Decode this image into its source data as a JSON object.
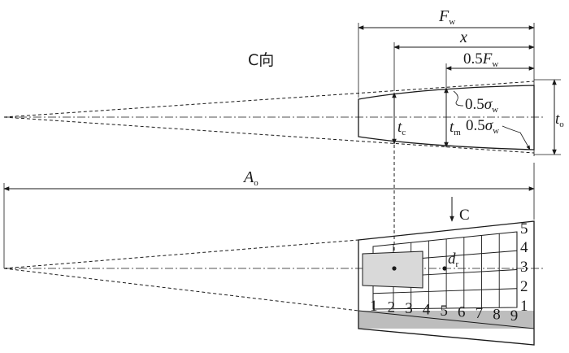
{
  "view_label": "C向",
  "arrow_label": "C",
  "dims": {
    "Fw": {
      "main": "F",
      "sub": "w"
    },
    "x": {
      "main": "x"
    },
    "half_Fw": {
      "pre": "0.5",
      "main": "F",
      "sub": "w"
    },
    "Ao": {
      "main": "A",
      "sub": "o"
    },
    "to": {
      "main": "t",
      "sub": "o"
    }
  },
  "thickness": {
    "tc": {
      "main": "t",
      "sub": "c"
    },
    "tm": {
      "main": "t",
      "sub": "m"
    },
    "sigma_upper": {
      "pre": "0.5",
      "main": "σ",
      "sub": "w"
    },
    "sigma_lower": {
      "pre": "0.5",
      "main": "σ",
      "sub": "w"
    }
  },
  "dr": {
    "main": "d",
    "sub": "r"
  },
  "chord_numbers": [
    "1",
    "2",
    "3",
    "4",
    "5",
    "6",
    "7",
    "8",
    "9"
  ],
  "span_numbers": [
    "1",
    "2",
    "3",
    "4",
    "5"
  ],
  "colors": {
    "line": "#1a1a1a",
    "shade": "#d9d9d9",
    "ground": "#bdbdbd"
  }
}
